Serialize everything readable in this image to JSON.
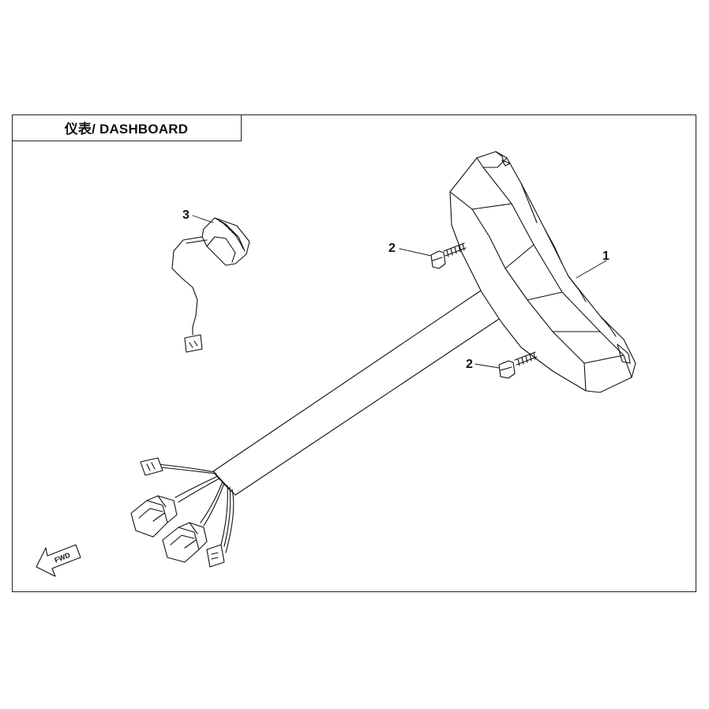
{
  "title": "仪表/ DASHBOARD",
  "callouts": {
    "part1": "1",
    "part2_top": "2",
    "part2_bottom": "2",
    "part3": "3"
  },
  "fwd_label": "FWD"
}
